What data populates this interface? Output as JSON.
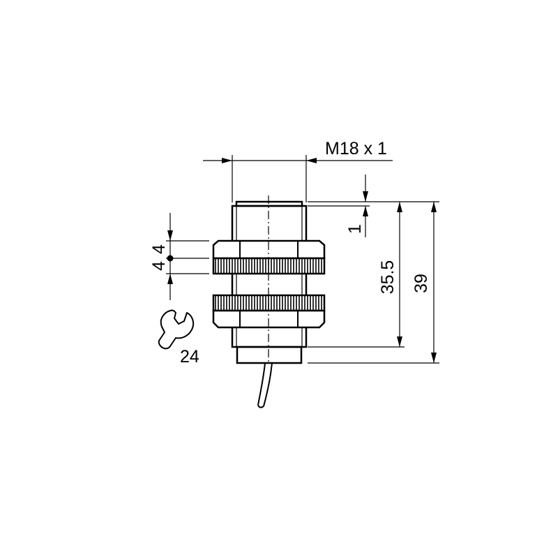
{
  "diagram": {
    "type": "technical dimension drawing",
    "subject": "M18 inductive proximity sensor with cable",
    "line_color": "#000000",
    "background_color": "#ffffff",
    "labels": {
      "thread": "M18 x 1",
      "face_offset": "1",
      "length_thread": "35.5",
      "length_total": "39",
      "nut_width_a": "4",
      "nut_width_b": "4",
      "wrench_size": "24"
    },
    "icons": [
      "wrench-icon",
      "cable"
    ]
  }
}
